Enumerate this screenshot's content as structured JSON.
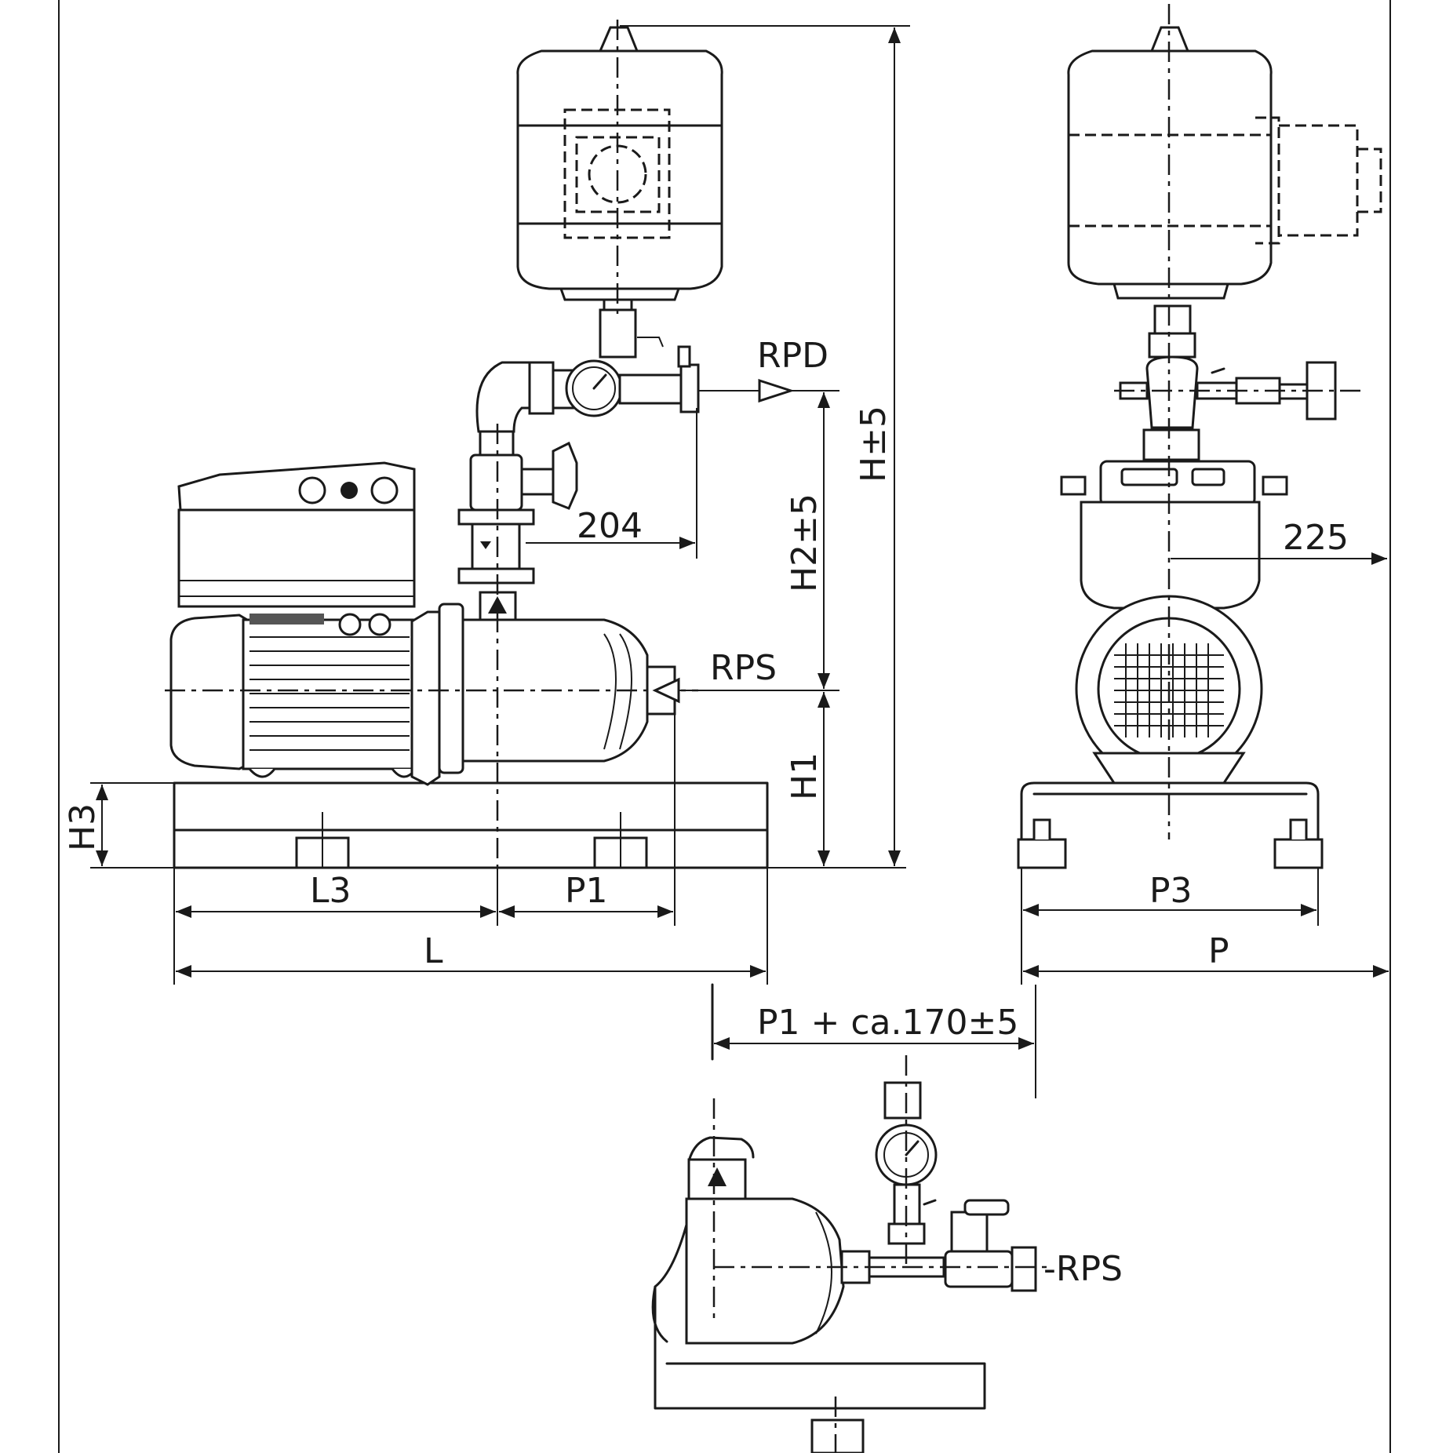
{
  "labels": {
    "rpd": "RPD",
    "rps": "RPS",
    "rps_top_view": "-RPS",
    "dim_204": "204",
    "dim_225": "225",
    "h_total": "H±5",
    "h2": "H2±5",
    "h1": "H1",
    "h3": "H3",
    "l3": "L3",
    "p1": "P1",
    "l": "L",
    "p3": "P3",
    "p": "P",
    "p1_extension": "P1 + ca.170±5"
  },
  "colors": {
    "line": "#1a1a1a",
    "background": "#ffffff"
  }
}
